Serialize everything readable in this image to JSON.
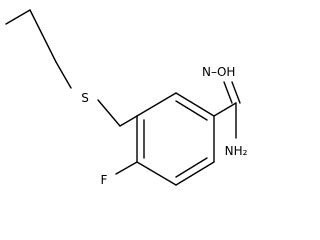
{
  "molecule": {
    "atoms": {
      "sulfur": "S",
      "fluorine": "F",
      "hydroxyl": "N–OH",
      "amine": "NH₂"
    }
  },
  "colors": {
    "bond": "#000000",
    "label": "#000000",
    "background": "#ffffff"
  }
}
